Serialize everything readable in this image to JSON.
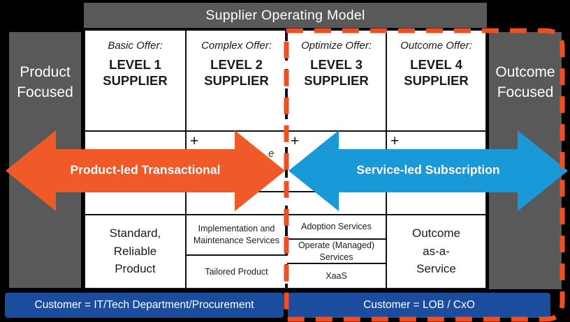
{
  "header": {
    "title": "Supplier Operating Model"
  },
  "side_panels": {
    "left": "Product\nFocused",
    "right": "Outcome\nFocused"
  },
  "table": {
    "columns": [
      {
        "offer_type": "Basic Offer:",
        "level": "LEVEL 1\nSUPPLIER",
        "plus": ""
      },
      {
        "offer_type": "Complex Offer:",
        "level": "LEVEL 2\nSUPPLIER",
        "plus": "+"
      },
      {
        "offer_type": "Optimize Offer:",
        "level": "LEVEL 3\nSUPPLIER",
        "plus": "+"
      },
      {
        "offer_type": "Outcome Offer:",
        "level": "LEVEL 4\nSUPPLIER",
        "plus": "+"
      }
    ],
    "hidden_text_fragment": "e",
    "offerings": {
      "level1": "Standard,\nReliable\nProduct",
      "level2": [
        "Implementation and\nMaintenance Services",
        "Tailored Product"
      ],
      "level3": [
        "Adoption Services",
        "Operate (Managed)\nServices",
        "XaaS"
      ],
      "level4": "Outcome\nas-a-\nService"
    }
  },
  "arrows": {
    "product_led": {
      "label": "Product-led Transactional",
      "color": "#F05A28"
    },
    "service_led": {
      "label": "Service-led Subscription",
      "color": "#1999D7"
    }
  },
  "footer": {
    "left_label": "Customer = IT/Tech Department/Procurement",
    "right_label": "Customer = LOB / CxO",
    "bar_color": "#1B4C9E"
  },
  "highlight_border": {
    "color": "#F04E23"
  },
  "colors": {
    "panel_gray": "#595959",
    "background": "#000000",
    "grid_line": "#111111"
  }
}
